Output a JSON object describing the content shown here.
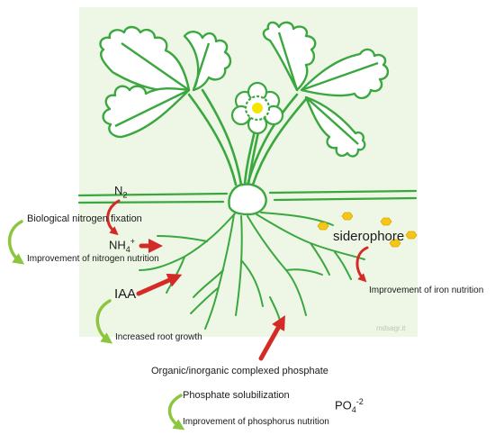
{
  "labels": {
    "n2_base": "N",
    "n2_sub": "2",
    "bio_nitrogen_fixation": "Biological nitrogen fixation",
    "nh4_base": "NH",
    "nh4_sub": "4",
    "nh4_sup": "+",
    "nitrogen_improvement": "Improvement of nitrogen nutrition",
    "siderophore": "siderophore",
    "iron_improvement": "Improvement of iron nutrition",
    "iaa": "IAA",
    "root_growth": "Increased root growth",
    "complexed_phosphate": "Organic/inorganic complexed phosphate",
    "phosphate_solubilization": "Phosphate solubilization",
    "po4_base": "PO",
    "po4_sub": "4",
    "po4_sup": "-2",
    "phosphorus_improvement": "Improvement of phosphorus nutrition"
  },
  "watermark": "mdsagr.it",
  "colors": {
    "plant_green": "#3aa73f",
    "background_green": "#eef7e6",
    "arrow_red": "#d52b27",
    "cycle_green": "#8cc63e",
    "siderophore_yellow": "#f5c518",
    "flower_center": "#f6e500"
  },
  "icons": [
    "hexagon-icon",
    "red-arrow-icon",
    "green-cycle-arrow-icon"
  ]
}
